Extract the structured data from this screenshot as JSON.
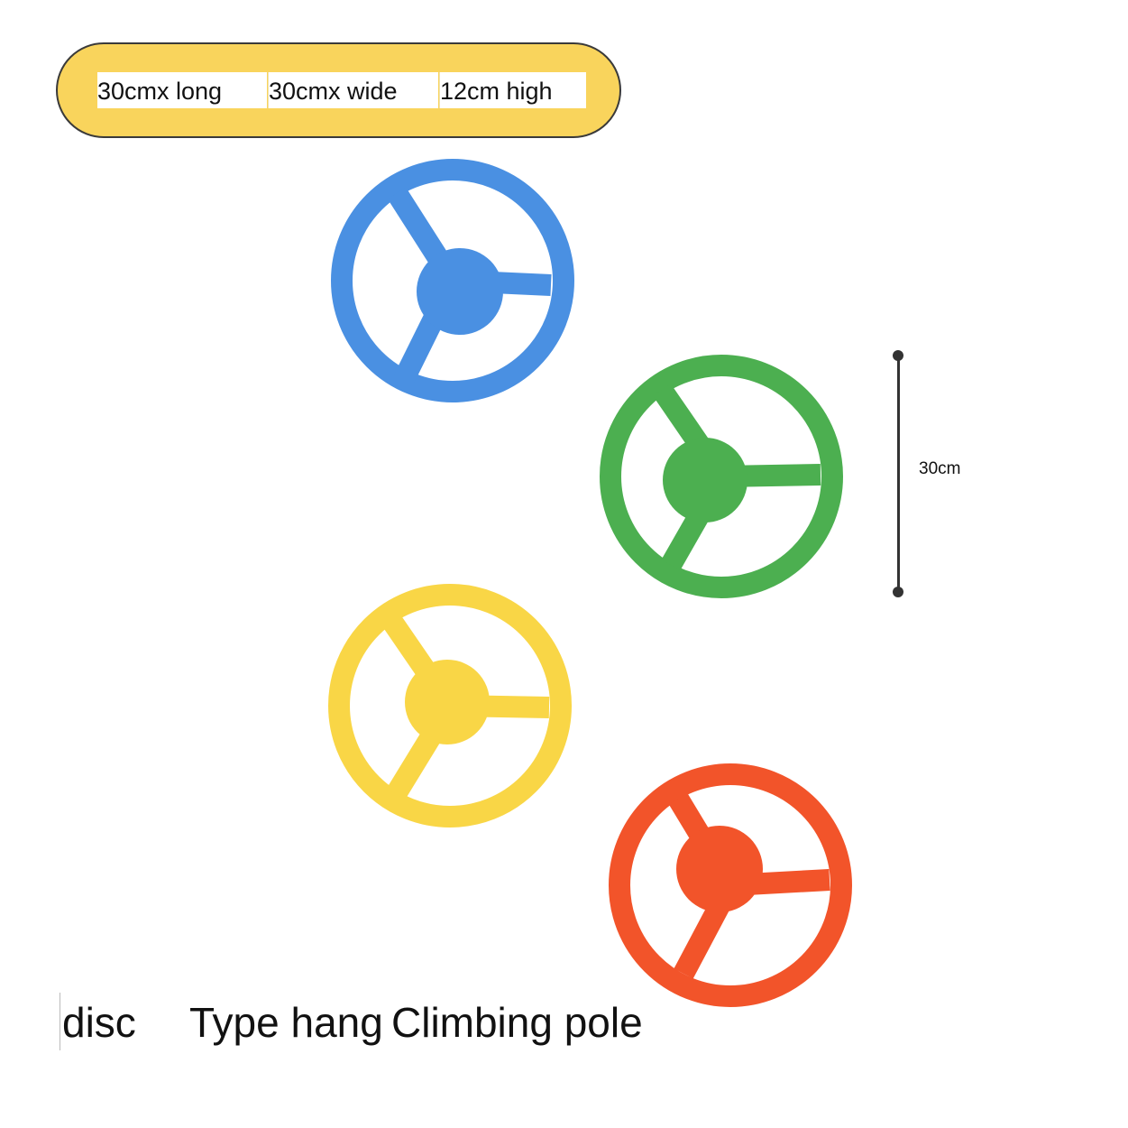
{
  "dimensions": {
    "long": "30cmx long",
    "wide": "30cmx wide",
    "high": "12cm high"
  },
  "scale": {
    "label": "30cm"
  },
  "wheels": [
    {
      "color": "#4a90e2",
      "name": "blue"
    },
    {
      "color": "#4caf50",
      "name": "green"
    },
    {
      "color": "#f9d646",
      "name": "yellow"
    },
    {
      "color": "#f2542a",
      "name": "orange"
    }
  ],
  "captions": {
    "disc": "disc",
    "type": "Type hang",
    "climbing": "Climbing pole"
  }
}
